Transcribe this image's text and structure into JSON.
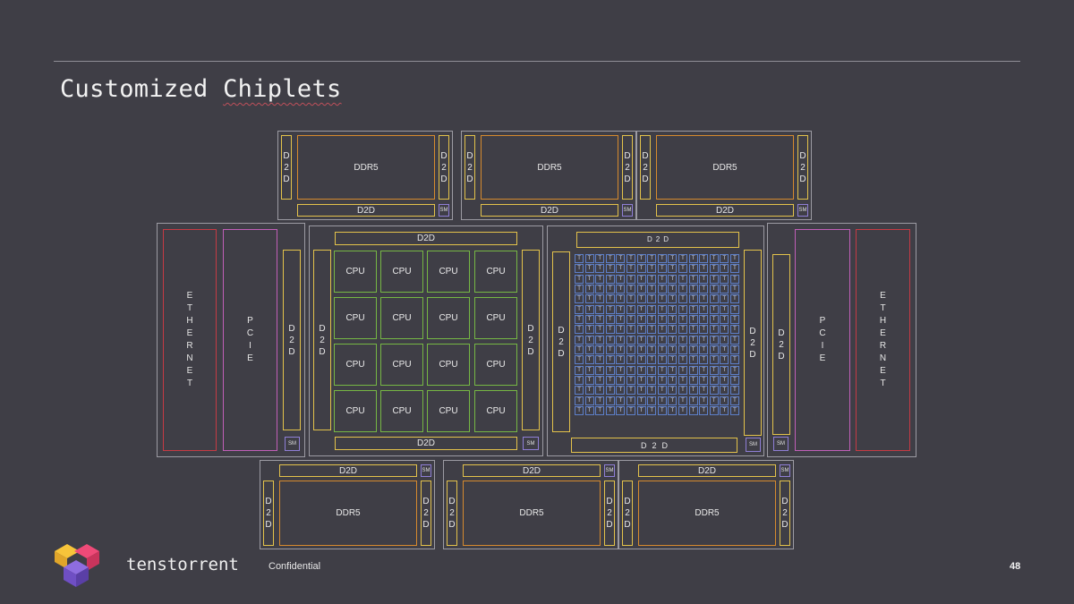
{
  "slide": {
    "title_prefix": "Customized ",
    "title_word": "Chiplets",
    "brand": "tenstorrent",
    "confidential": "Confidential",
    "page_number": "48"
  },
  "labels": {
    "ddr": "DDR5",
    "d2d": "D2D",
    "sm": "SM",
    "cpu": "CPU",
    "tensix": "T",
    "d2d_letters": [
      "D",
      "2",
      "D"
    ],
    "ethernet_letters": [
      "E",
      "T",
      "H",
      "E",
      "R",
      "N",
      "E",
      "T"
    ],
    "pcie_letters": [
      "P",
      "C",
      "I",
      "E"
    ]
  },
  "colors": {
    "background": "#3f3e46",
    "chip_border": "#9c9ba3",
    "ddr_border": "#d68a2e",
    "d2d_border": "#e3c24b",
    "sm_border": "#8f7fd6",
    "cpu_border": "#76b744",
    "ethernet_border": "#c63a44",
    "pcie_border": "#c15fb8",
    "tensix_border": "#5d7fc9"
  },
  "icons": {
    "logo": "tenstorrent-logo-icon"
  },
  "diagram": {
    "top_ddr_chiplets": 3,
    "bottom_ddr_chiplets": 3,
    "cpu_grid": {
      "rows": 4,
      "cols": 4
    },
    "tensix_grid": {
      "rows": 16,
      "cols": 16
    }
  }
}
